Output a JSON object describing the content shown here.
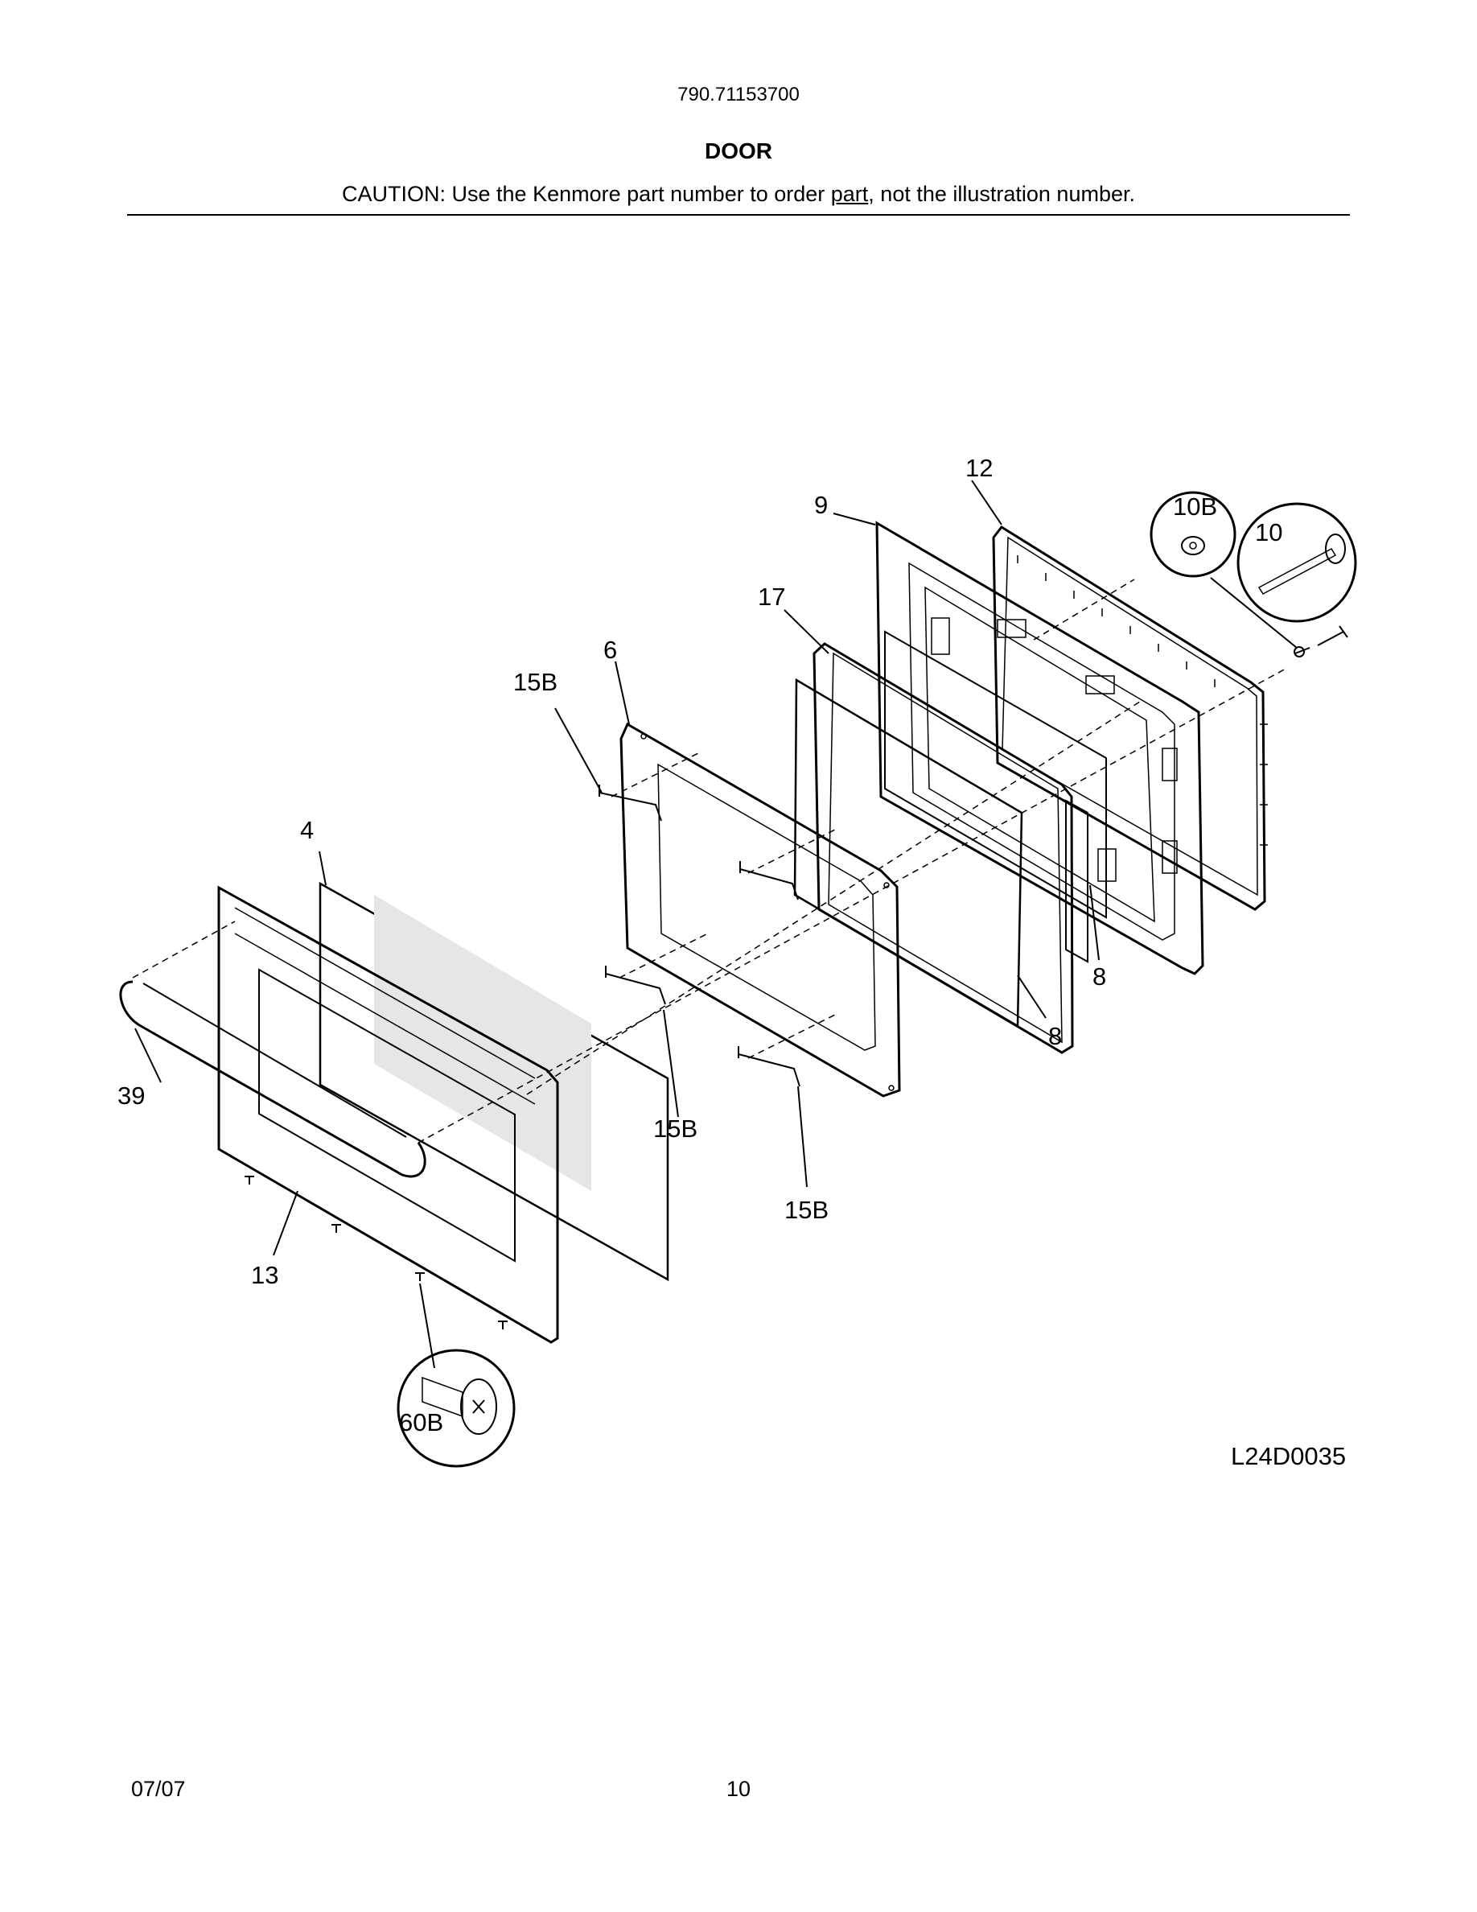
{
  "header": {
    "model_number": "790.71153700",
    "title": "DOOR",
    "caution_before": "CAUTION: Use the Kenmore part number to order ",
    "caution_underlined": "part",
    "caution_after": ", not the illustration number."
  },
  "diagram": {
    "drawing_code": "L24D0035",
    "callouts": {
      "c12": "12",
      "c9": "9",
      "c10b": "10B",
      "c10": "10",
      "c17": "17",
      "c6": "6",
      "c15b_top": "15B",
      "c4": "4",
      "c39": "39",
      "c15b_mid": "15B",
      "c15b_low": "15B",
      "c13": "13",
      "c8_right": "8",
      "c8_low": "8",
      "c60b": "60B"
    }
  },
  "footer": {
    "date": "07/07",
    "page": "10"
  }
}
